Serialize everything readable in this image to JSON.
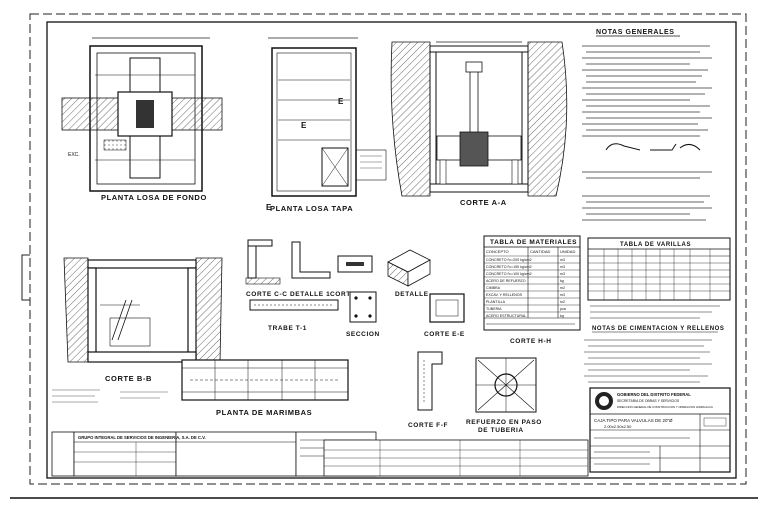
{
  "views": {
    "planta_losa_fondo": "PLANTA LOSA DE FONDO",
    "planta_losa_tapa": "PLANTA LOSA TAPA",
    "corte_a_a": "CORTE A-A",
    "corte_b_b": "CORTE B-B",
    "corte_c_c": "CORTE C-C",
    "detalle_1": "DETALLE 1",
    "corte_d_d": "CORTE D-D",
    "detalle": "DETALLE",
    "trabe_t1": "TRABE T-1",
    "seccion": "SECCION",
    "corte_e_e": "CORTE E-E",
    "corte_h_h": "CORTE H-H",
    "planta_marimbas": "PLANTA DE MARIMBAS",
    "corte_f_f": "CORTE F-F",
    "refuerzo": [
      "REFUERZO EN PASO",
      "DE TUBERIA"
    ]
  },
  "notes": {
    "generales_title": "NOTAS GENERALES",
    "cimentacion_title": "NOTAS DE CIMENTACION Y RELLENOS"
  },
  "materiales": {
    "title": "TABLA DE MATERIALES",
    "headers": [
      "CONCEPTO",
      "CANTIDAD",
      "UNIDAD"
    ],
    "rows": [
      [
        "CONCRETO f'c=200 kg/cm2",
        "",
        "m3"
      ],
      [
        "CONCRETO f'c=150 kg/cm2",
        "",
        "m3"
      ],
      [
        "CONCRETO f'c=100 kg/cm2",
        "",
        "m3"
      ],
      [
        "ACERO DE REFUERZO",
        "",
        "kg"
      ],
      [
        "CIMBRA",
        "",
        "m2"
      ],
      [
        "EXCAV. Y RELLENOS",
        "",
        "m3"
      ],
      [
        "PLANTILLA",
        "",
        "m2"
      ],
      [
        "TUBERIA",
        "",
        "pza"
      ],
      [
        "ACERO ESTRUCTURAL",
        "",
        "kg"
      ]
    ]
  },
  "varillas": {
    "title": "TABLA DE VARILLAS"
  },
  "titleblock": {
    "agency": [
      "GOBIERNO DEL DISTRITO FEDERAL",
      "SECRETARIA DE OBRAS Y SERVICIOS",
      "DIRECCION GENERAL DE CONSTRUCCION Y OPERACION HIDRAULICA"
    ],
    "project": "CAJA TIPO PARA VALVULAS DE 20\"Ø",
    "dims": "2.00x2.50x2.50",
    "company": "GRUPO INTEGRAL DE SERVICIOS DE INGENIERIA, S.A. DE C.V."
  }
}
